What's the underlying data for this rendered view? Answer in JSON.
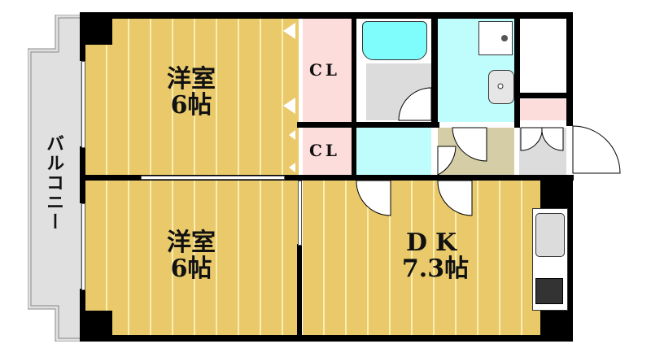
{
  "floorplan": {
    "rooms": [
      {
        "id": "western-room-1",
        "name": "洋室",
        "size": "6帖"
      },
      {
        "id": "western-room-2",
        "name": "洋室",
        "size": "6帖"
      },
      {
        "id": "dining-kitchen",
        "name": "DK",
        "size": "7.3帖"
      },
      {
        "id": "closet-1",
        "name": "CL"
      },
      {
        "id": "closet-2",
        "name": "CL"
      }
    ],
    "balcony_label": "バルコニー",
    "colors": {
      "wall": "#000000",
      "floor_wood": "#e9c96a",
      "floor_stripe": "#fbeeb3",
      "closet": "#fddcdc",
      "wet_area": "#bffcfc",
      "bathroom_floor": "#dcdcdc",
      "balcony": "#e0e0e0",
      "entrance": "#d4cda5"
    }
  }
}
